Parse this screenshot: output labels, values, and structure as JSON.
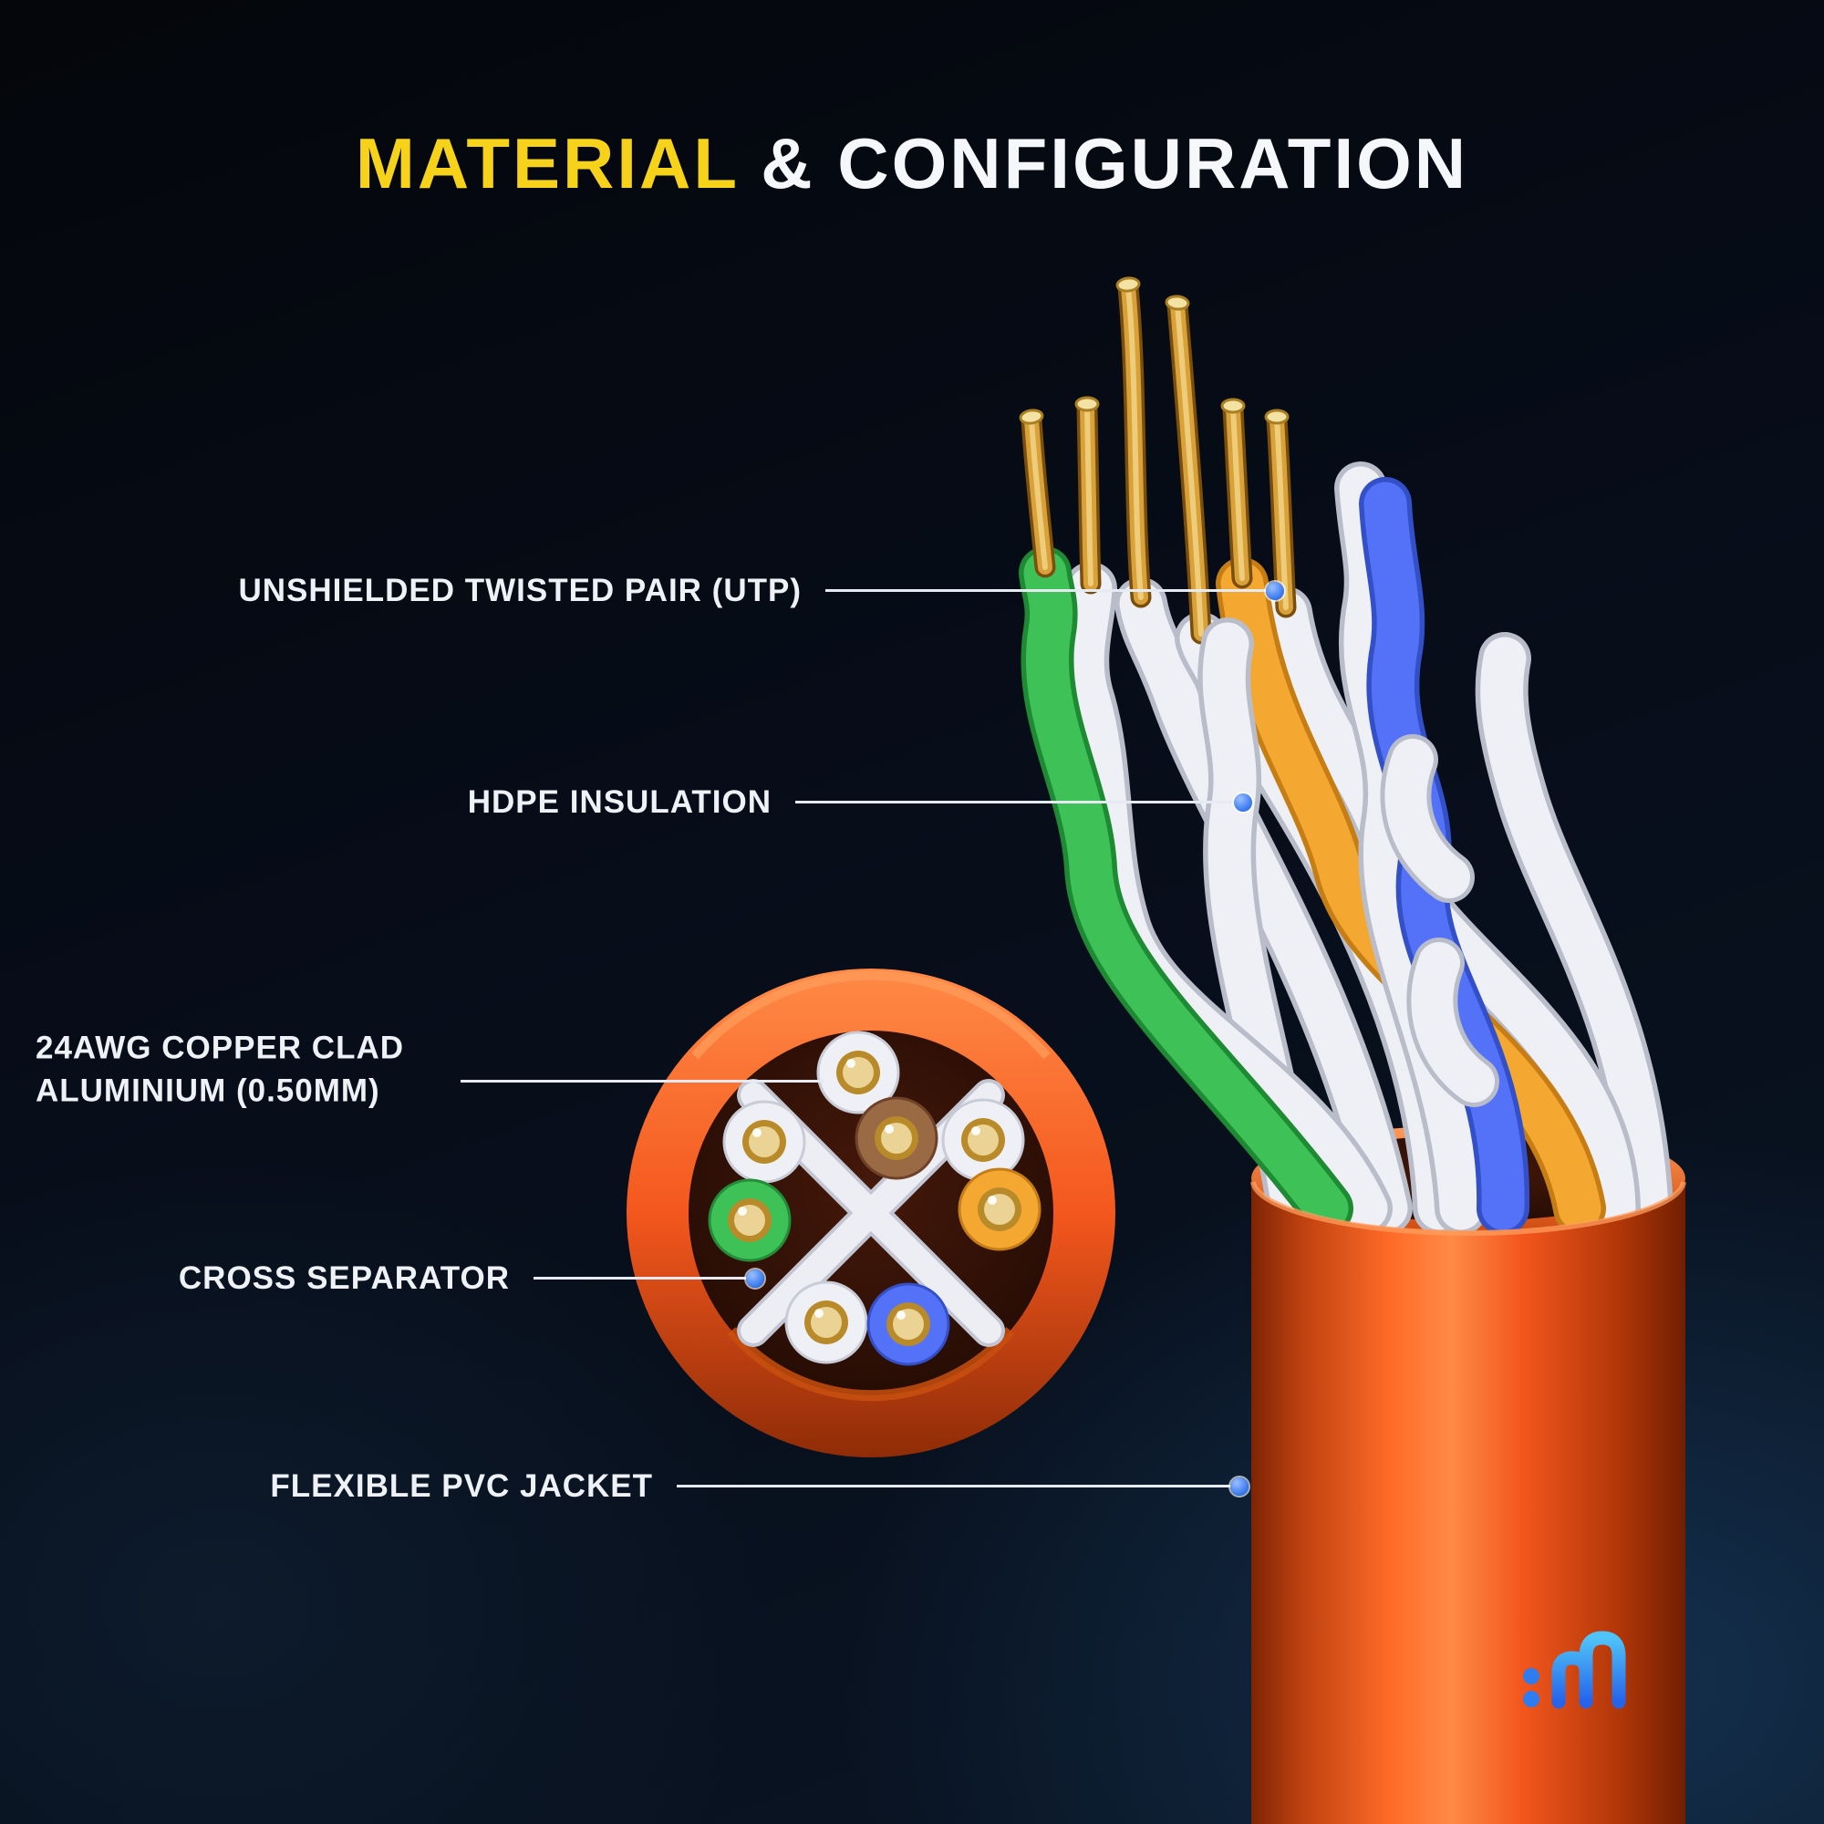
{
  "title": {
    "highlight": "MATERIAL",
    "rest": " & CONFIGURATION"
  },
  "callouts": [
    {
      "id": "utp",
      "label": "UNSHIELDED TWISTED PAIR (UTP)"
    },
    {
      "id": "hdpe-insulation",
      "label": "HDPE INSULATION"
    },
    {
      "id": "copper-core",
      "label": "24AWG COPPER CLAD ALUMINIUM (0.50MM)"
    },
    {
      "id": "cross-separator",
      "label": "CROSS SEPARATOR"
    },
    {
      "id": "pvc-jacket",
      "label": "FLEXIBLE PVC JACKET"
    }
  ],
  "colors": {
    "background_top": "#04060b",
    "background_bottom": "#0e2036",
    "title_text": "#f5f7fb",
    "title_highlight": "#f6d21b",
    "label_text": "#eef1f6",
    "leader_line": "#e6eaf2",
    "leader_dot": "#3b7bf0",
    "jacket_orange": "#f4571d",
    "wire_white": "#eef0f5",
    "wire_green": "#3ec157",
    "wire_blue": "#5472f7",
    "wire_orange": "#f4a832",
    "wire_brown": "#9a6a44",
    "copper": "#d9a13a",
    "logo_blue": "#2e7cf0"
  }
}
